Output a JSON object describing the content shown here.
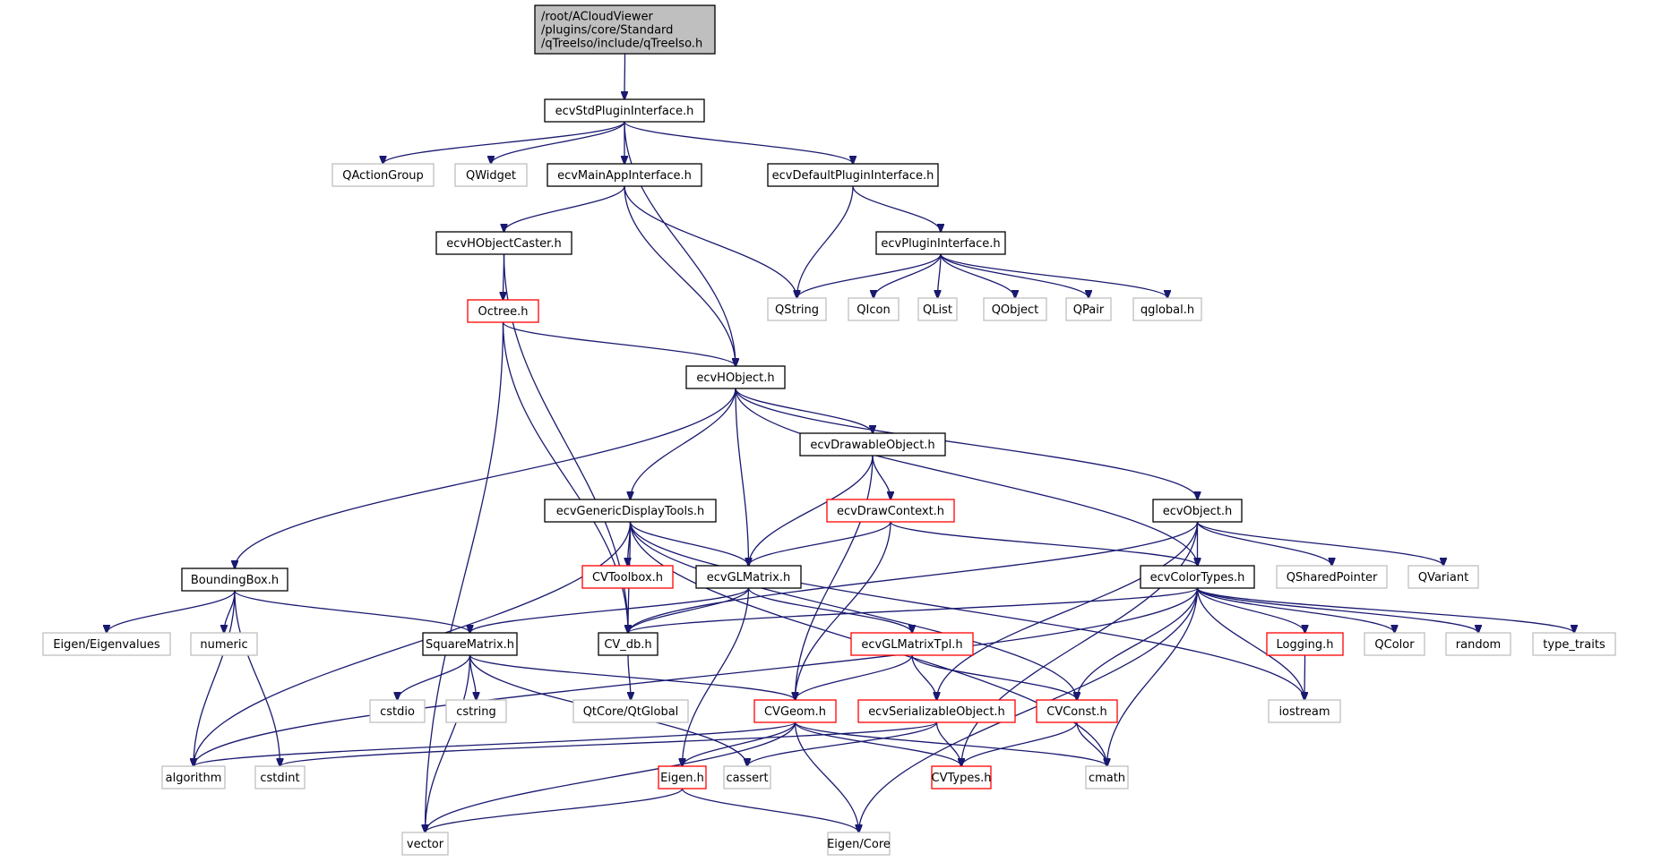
{
  "diagram": {
    "title": "Include dependency graph for qTreeIso.h",
    "colors": {
      "edge": "#191970",
      "root_fill": "#bfbfbf",
      "documented_border": "#000000",
      "truncated_border": "#ff0000",
      "external_border": "#bfbfbf"
    },
    "nodes": [
      {
        "id": "root",
        "lines": [
          "/root/ACloudViewer",
          "/plugins/core/Standard",
          "/qTreeIso/include/qTreeIso.h"
        ],
        "kind": "root"
      },
      {
        "id": "ecvStdPluginInterface",
        "lines": [
          "ecvStdPluginInterface.h"
        ],
        "kind": "documented"
      },
      {
        "id": "QActionGroup",
        "lines": [
          "QActionGroup"
        ],
        "kind": "external"
      },
      {
        "id": "QWidget",
        "lines": [
          "QWidget"
        ],
        "kind": "external"
      },
      {
        "id": "ecvMainAppInterface",
        "lines": [
          "ecvMainAppInterface.h"
        ],
        "kind": "documented"
      },
      {
        "id": "ecvDefaultPluginInterface",
        "lines": [
          "ecvDefaultPluginInterface.h"
        ],
        "kind": "documented"
      },
      {
        "id": "ecvHObjectCaster",
        "lines": [
          "ecvHObjectCaster.h"
        ],
        "kind": "documented"
      },
      {
        "id": "ecvPluginInterface",
        "lines": [
          "ecvPluginInterface.h"
        ],
        "kind": "documented"
      },
      {
        "id": "Octree",
        "lines": [
          "Octree.h"
        ],
        "kind": "truncated"
      },
      {
        "id": "QString",
        "lines": [
          "QString"
        ],
        "kind": "external"
      },
      {
        "id": "QIcon",
        "lines": [
          "QIcon"
        ],
        "kind": "external"
      },
      {
        "id": "QList",
        "lines": [
          "QList"
        ],
        "kind": "external"
      },
      {
        "id": "QObject",
        "lines": [
          "QObject"
        ],
        "kind": "external"
      },
      {
        "id": "QPair",
        "lines": [
          "QPair"
        ],
        "kind": "external"
      },
      {
        "id": "qglobal",
        "lines": [
          "qglobal.h"
        ],
        "kind": "external"
      },
      {
        "id": "ecvHObject",
        "lines": [
          "ecvHObject.h"
        ],
        "kind": "documented"
      },
      {
        "id": "ecvDrawableObject",
        "lines": [
          "ecvDrawableObject.h"
        ],
        "kind": "documented"
      },
      {
        "id": "ecvGenericDisplayTools",
        "lines": [
          "ecvGenericDisplayTools.h"
        ],
        "kind": "documented"
      },
      {
        "id": "ecvDrawContext",
        "lines": [
          "ecvDrawContext.h"
        ],
        "kind": "truncated"
      },
      {
        "id": "ecvObject",
        "lines": [
          "ecvObject.h"
        ],
        "kind": "documented"
      },
      {
        "id": "BoundingBox",
        "lines": [
          "BoundingBox.h"
        ],
        "kind": "documented"
      },
      {
        "id": "CVToolbox",
        "lines": [
          "CVToolbox.h"
        ],
        "kind": "truncated"
      },
      {
        "id": "ecvGLMatrix",
        "lines": [
          "ecvGLMatrix.h"
        ],
        "kind": "documented"
      },
      {
        "id": "ecvColorTypes",
        "lines": [
          "ecvColorTypes.h"
        ],
        "kind": "documented"
      },
      {
        "id": "QSharedPointer",
        "lines": [
          "QSharedPointer"
        ],
        "kind": "external"
      },
      {
        "id": "QVariant",
        "lines": [
          "QVariant"
        ],
        "kind": "external"
      },
      {
        "id": "EigenEigenvalues",
        "lines": [
          "Eigen/Eigenvalues"
        ],
        "kind": "external"
      },
      {
        "id": "numeric",
        "lines": [
          "numeric"
        ],
        "kind": "external"
      },
      {
        "id": "SquareMatrix",
        "lines": [
          "SquareMatrix.h"
        ],
        "kind": "documented"
      },
      {
        "id": "CV_db",
        "lines": [
          "CV_db.h"
        ],
        "kind": "documented"
      },
      {
        "id": "ecvGLMatrixTpl",
        "lines": [
          "ecvGLMatrixTpl.h"
        ],
        "kind": "truncated"
      },
      {
        "id": "Logging",
        "lines": [
          "Logging.h"
        ],
        "kind": "truncated"
      },
      {
        "id": "QColor",
        "lines": [
          "QColor"
        ],
        "kind": "external"
      },
      {
        "id": "random",
        "lines": [
          "random"
        ],
        "kind": "external"
      },
      {
        "id": "type_traits",
        "lines": [
          "type_traits"
        ],
        "kind": "external"
      },
      {
        "id": "cstdio",
        "lines": [
          "cstdio"
        ],
        "kind": "external"
      },
      {
        "id": "cstring",
        "lines": [
          "cstring"
        ],
        "kind": "external"
      },
      {
        "id": "QtCoreQtGlobal",
        "lines": [
          "QtCore/QtGlobal"
        ],
        "kind": "external"
      },
      {
        "id": "CVGeom",
        "lines": [
          "CVGeom.h"
        ],
        "kind": "truncated"
      },
      {
        "id": "ecvSerializableObject",
        "lines": [
          "ecvSerializableObject.h"
        ],
        "kind": "truncated"
      },
      {
        "id": "CVConst",
        "lines": [
          "CVConst.h"
        ],
        "kind": "truncated"
      },
      {
        "id": "iostream",
        "lines": [
          "iostream"
        ],
        "kind": "external"
      },
      {
        "id": "algorithm",
        "lines": [
          "algorithm"
        ],
        "kind": "external"
      },
      {
        "id": "cstdint",
        "lines": [
          "cstdint"
        ],
        "kind": "external"
      },
      {
        "id": "cassert",
        "lines": [
          "cassert"
        ],
        "kind": "external"
      },
      {
        "id": "Eigen",
        "lines": [
          "Eigen.h"
        ],
        "kind": "truncated"
      },
      {
        "id": "CVTypes",
        "lines": [
          "CVTypes.h"
        ],
        "kind": "truncated"
      },
      {
        "id": "cmath",
        "lines": [
          "cmath"
        ],
        "kind": "external"
      },
      {
        "id": "vector",
        "lines": [
          "vector"
        ],
        "kind": "external"
      },
      {
        "id": "EigenCore",
        "lines": [
          "Eigen/Core"
        ],
        "kind": "external"
      }
    ],
    "edges": [
      [
        "root",
        "ecvStdPluginInterface"
      ],
      [
        "ecvStdPluginInterface",
        "QActionGroup"
      ],
      [
        "ecvStdPluginInterface",
        "QWidget"
      ],
      [
        "ecvStdPluginInterface",
        "ecvMainAppInterface"
      ],
      [
        "ecvStdPluginInterface",
        "ecvDefaultPluginInterface"
      ],
      [
        "ecvStdPluginInterface",
        "ecvHObject"
      ],
      [
        "ecvMainAppInterface",
        "ecvHObjectCaster"
      ],
      [
        "ecvMainAppInterface",
        "QString"
      ],
      [
        "ecvMainAppInterface",
        "ecvHObject"
      ],
      [
        "ecvDefaultPluginInterface",
        "QString"
      ],
      [
        "ecvDefaultPluginInterface",
        "ecvPluginInterface"
      ],
      [
        "ecvPluginInterface",
        "QString"
      ],
      [
        "ecvPluginInterface",
        "QIcon"
      ],
      [
        "ecvPluginInterface",
        "QList"
      ],
      [
        "ecvPluginInterface",
        "QObject"
      ],
      [
        "ecvPluginInterface",
        "QPair"
      ],
      [
        "ecvPluginInterface",
        "qglobal"
      ],
      [
        "ecvHObjectCaster",
        "Octree"
      ],
      [
        "ecvHObjectCaster",
        "CV_db"
      ],
      [
        "Octree",
        "ecvHObject"
      ],
      [
        "Octree",
        "CV_db"
      ],
      [
        "Octree",
        "vector"
      ],
      [
        "ecvHObject",
        "BoundingBox"
      ],
      [
        "ecvHObject",
        "ecvGenericDisplayTools"
      ],
      [
        "ecvHObject",
        "ecvGLMatrix"
      ],
      [
        "ecvHObject",
        "ecvDrawableObject"
      ],
      [
        "ecvHObject",
        "ecvColorTypes"
      ],
      [
        "ecvHObject",
        "ecvObject"
      ],
      [
        "ecvDrawableObject",
        "ecvDrawContext"
      ],
      [
        "ecvDrawableObject",
        "ecvGLMatrix"
      ],
      [
        "ecvDrawableObject",
        "CVGeom"
      ],
      [
        "ecvDrawContext",
        "ecvGLMatrix"
      ],
      [
        "ecvDrawContext",
        "ecvColorTypes"
      ],
      [
        "ecvDrawContext",
        "CVGeom"
      ],
      [
        "ecvGenericDisplayTools",
        "CVToolbox"
      ],
      [
        "ecvGenericDisplayTools",
        "ecvGLMatrix"
      ],
      [
        "ecvGenericDisplayTools",
        "CV_db"
      ],
      [
        "ecvGenericDisplayTools",
        "algorithm"
      ],
      [
        "ecvGenericDisplayTools",
        "CVConst"
      ],
      [
        "ecvGenericDisplayTools",
        "iostream"
      ],
      [
        "ecvGenericDisplayTools",
        "cmath"
      ],
      [
        "ecvObject",
        "ecvColorTypes"
      ],
      [
        "ecvObject",
        "QSharedPointer"
      ],
      [
        "ecvObject",
        "QVariant"
      ],
      [
        "ecvObject",
        "CV_db"
      ],
      [
        "ecvObject",
        "ecvSerializableObject"
      ],
      [
        "ecvObject",
        "CVTypes"
      ],
      [
        "BoundingBox",
        "EigenEigenvalues"
      ],
      [
        "BoundingBox",
        "numeric"
      ],
      [
        "BoundingBox",
        "SquareMatrix"
      ],
      [
        "BoundingBox",
        "algorithm"
      ],
      [
        "BoundingBox",
        "cstdint"
      ],
      [
        "ecvGLMatrix",
        "SquareMatrix"
      ],
      [
        "ecvGLMatrix",
        "CV_db"
      ],
      [
        "ecvGLMatrix",
        "ecvGLMatrixTpl"
      ],
      [
        "ecvGLMatrix",
        "Eigen"
      ],
      [
        "ecvColorTypes",
        "CV_db"
      ],
      [
        "ecvColorTypes",
        "Logging"
      ],
      [
        "ecvColorTypes",
        "QColor"
      ],
      [
        "ecvColorTypes",
        "random"
      ],
      [
        "ecvColorTypes",
        "type_traits"
      ],
      [
        "ecvColorTypes",
        "CVConst"
      ],
      [
        "ecvColorTypes",
        "cmath"
      ],
      [
        "ecvColorTypes",
        "iostream"
      ],
      [
        "ecvColorTypes",
        "algorithm"
      ],
      [
        "ecvColorTypes",
        "EigenCore"
      ],
      [
        "SquareMatrix",
        "cstdio"
      ],
      [
        "SquareMatrix",
        "cstring"
      ],
      [
        "SquareMatrix",
        "CVGeom"
      ],
      [
        "SquareMatrix",
        "cassert"
      ],
      [
        "SquareMatrix",
        "vector"
      ],
      [
        "CV_db",
        "QtCoreQtGlobal"
      ],
      [
        "ecvGLMatrixTpl",
        "CVGeom"
      ],
      [
        "ecvGLMatrixTpl",
        "ecvSerializableObject"
      ],
      [
        "ecvGLMatrixTpl",
        "CVConst"
      ],
      [
        "Logging",
        "iostream"
      ],
      [
        "CVGeom",
        "algorithm"
      ],
      [
        "CVGeom",
        "Eigen"
      ],
      [
        "CVGeom",
        "CVTypes"
      ],
      [
        "CVGeom",
        "cmath"
      ],
      [
        "CVGeom",
        "vector"
      ],
      [
        "CVGeom",
        "EigenCore"
      ],
      [
        "ecvSerializableObject",
        "CVTypes"
      ],
      [
        "ecvSerializableObject",
        "cassert"
      ],
      [
        "ecvSerializableObject",
        "cstdint"
      ],
      [
        "CVConst",
        "CVTypes"
      ],
      [
        "CVConst",
        "cmath"
      ],
      [
        "Eigen",
        "vector"
      ],
      [
        "Eigen",
        "EigenCore"
      ]
    ]
  }
}
